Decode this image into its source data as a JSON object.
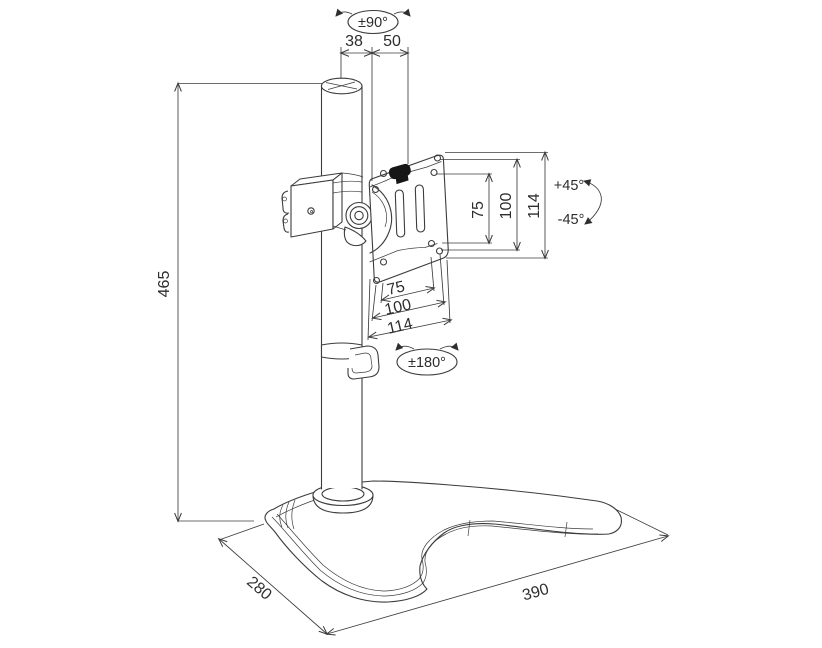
{
  "diagram": {
    "subject": "Monitor desk stand dimensional drawing",
    "colors": {
      "line": "#3c3c3c",
      "text": "#2d2d2d",
      "knob": "#161616",
      "background": "#ffffff"
    },
    "rotation": {
      "swivel": "±90°",
      "rotate": "±180°",
      "tilt_up": "+45°",
      "tilt_down": "-45°"
    },
    "dims": {
      "top_a": "38",
      "top_b": "50",
      "height": "465",
      "vesa_v_75": "75",
      "vesa_v_100": "100",
      "vesa_v_114": "114",
      "vesa_h_75": "75",
      "vesa_h_100": "100",
      "vesa_h_114": "114",
      "base_depth": "280",
      "base_width": "390"
    }
  }
}
